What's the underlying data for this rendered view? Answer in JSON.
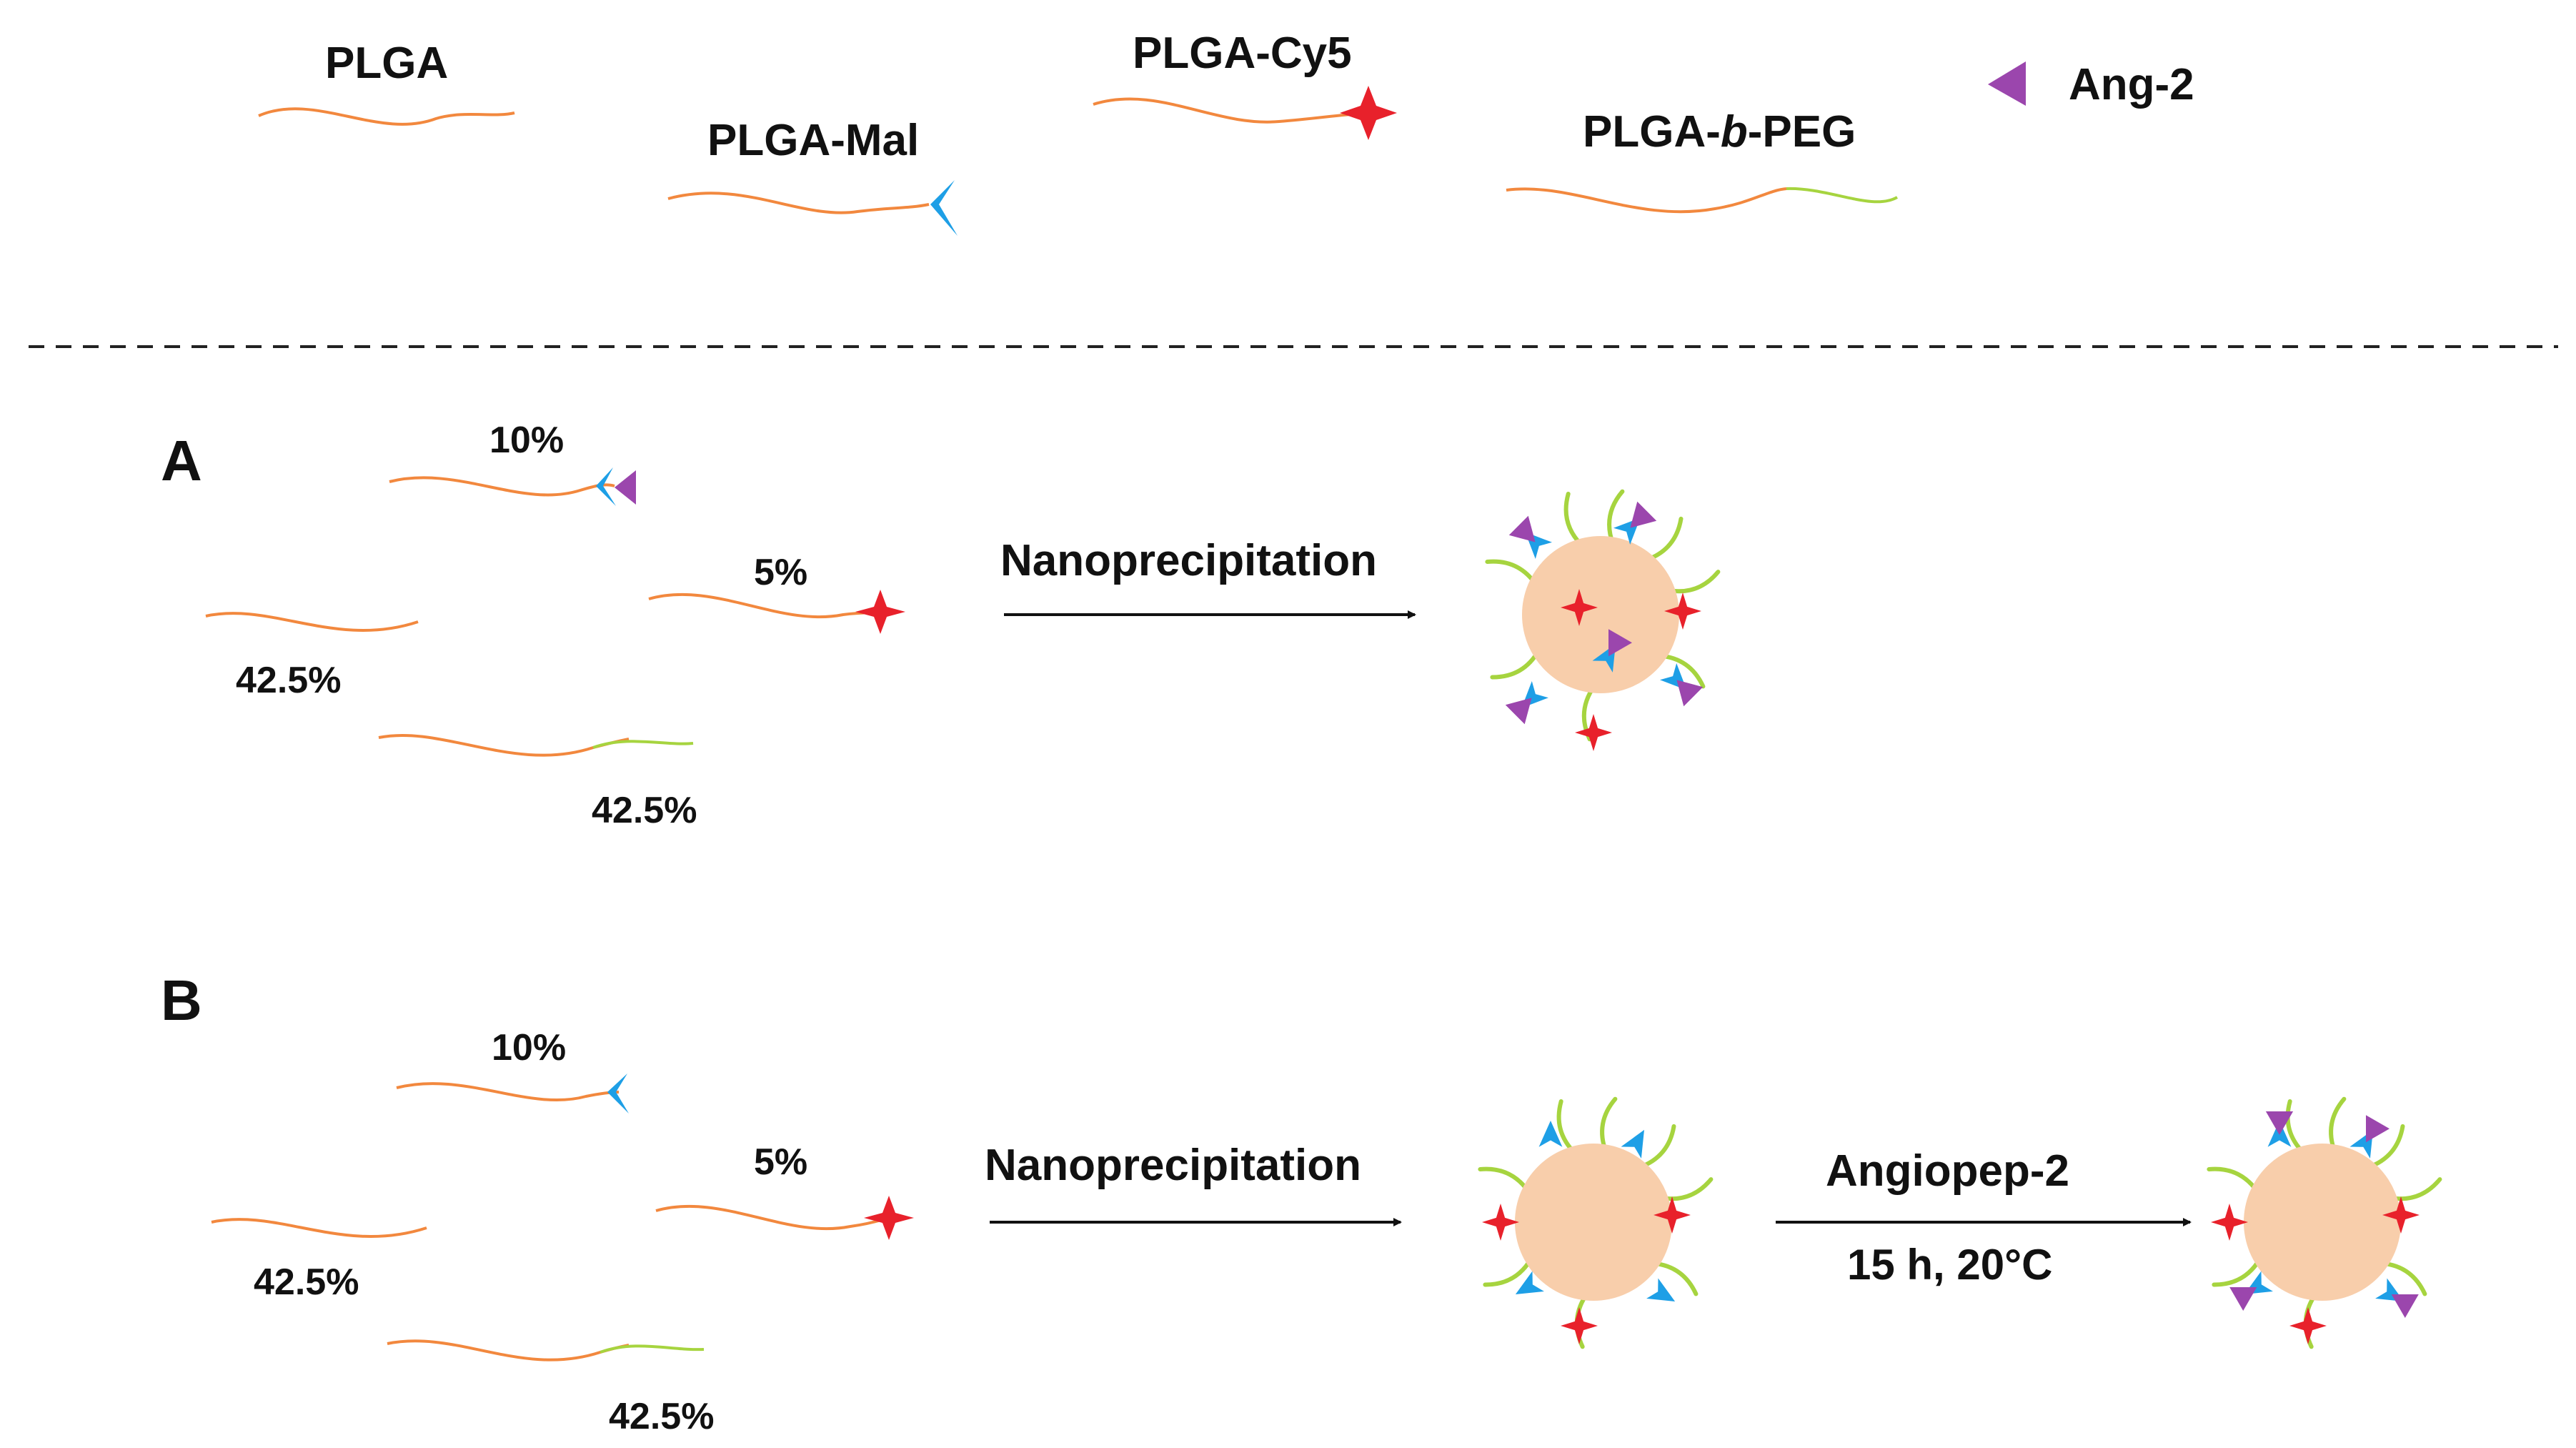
{
  "legend": {
    "plga": "PLGA",
    "plga_mal": "PLGA-Mal",
    "plga_cy5": "PLGA-Cy5",
    "plga_peg_prefix": "PLGA-",
    "plga_peg_italic": "b",
    "plga_peg_suffix": "-PEG",
    "ang2": "Ang-2"
  },
  "panel_a": {
    "label": "A",
    "mal_ang_pct": "10%",
    "cy5_pct": "5%",
    "plga_pct": "42.5%",
    "peg_pct": "42.5%",
    "step": "Nanoprecipitation"
  },
  "panel_b": {
    "label": "B",
    "mal_pct": "10%",
    "cy5_pct": "5%",
    "plga_pct": "42.5%",
    "peg_pct": "42.5%",
    "step1": "Nanoprecipitation",
    "step2": "Angiopep-2",
    "step2_condition": "15 h, 20°C"
  },
  "colors": {
    "plga": "#f2883e",
    "peg": "#a6d43f",
    "mal": "#1e9fe6",
    "ang2": "#9b46ad",
    "cy5": "#e8212b",
    "core": "#f8ceab"
  }
}
